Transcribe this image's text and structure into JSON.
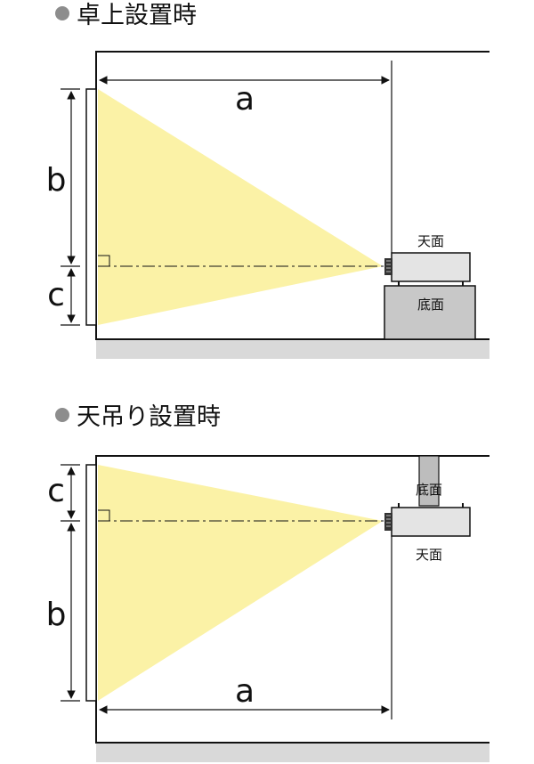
{
  "sections": {
    "desk": {
      "title": "卓上設置時",
      "dimension_a": "a",
      "dimension_b": "b",
      "dimension_c": "c",
      "top_face": "天面",
      "bottom_face": "底面"
    },
    "ceiling": {
      "title": "天吊り設置時",
      "dimension_a": "a",
      "dimension_b": "b",
      "dimension_c": "c",
      "top_face": "天面",
      "bottom_face": "底面"
    }
  },
  "colors": {
    "beam": "#fbf2a6",
    "floor": "#d9d9d9",
    "projector_body": "#e4e4e4",
    "stand": "#c8c8c8",
    "mount_pole": "#bdbdbd",
    "line": "#111111",
    "bullet": "#8d8d8d"
  }
}
